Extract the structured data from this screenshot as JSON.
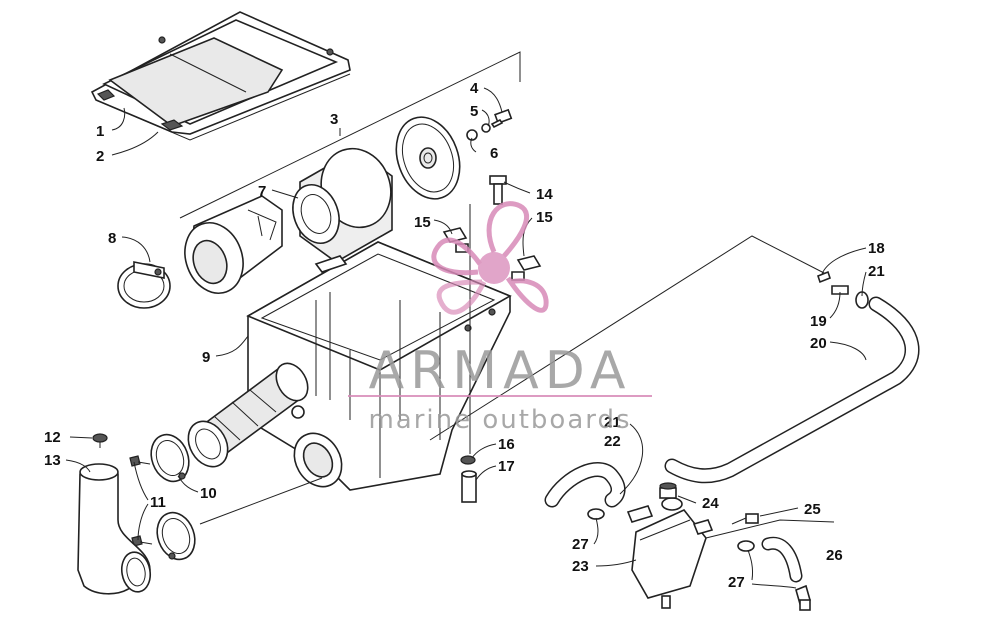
{
  "callouts": {
    "c1": "1",
    "c2": "2",
    "c3": "3",
    "c4": "4",
    "c5": "5",
    "c6": "6",
    "c7": "7",
    "c8": "8",
    "c9": "9",
    "c10": "10",
    "c11": "11",
    "c12": "12",
    "c13": "13",
    "c14": "14",
    "c15a": "15",
    "c15b": "15",
    "c16": "16",
    "c17": "17",
    "c18": "18",
    "c19": "19",
    "c20": "20",
    "c21a": "21",
    "c21b": "21",
    "c22": "22",
    "c23": "23",
    "c24": "24",
    "c25": "25",
    "c26": "26",
    "c27a": "27",
    "c27b": "27"
  },
  "watermark": {
    "brand": "ARMADA",
    "tagline": "marine outboards",
    "color": "#d88ab8"
  }
}
